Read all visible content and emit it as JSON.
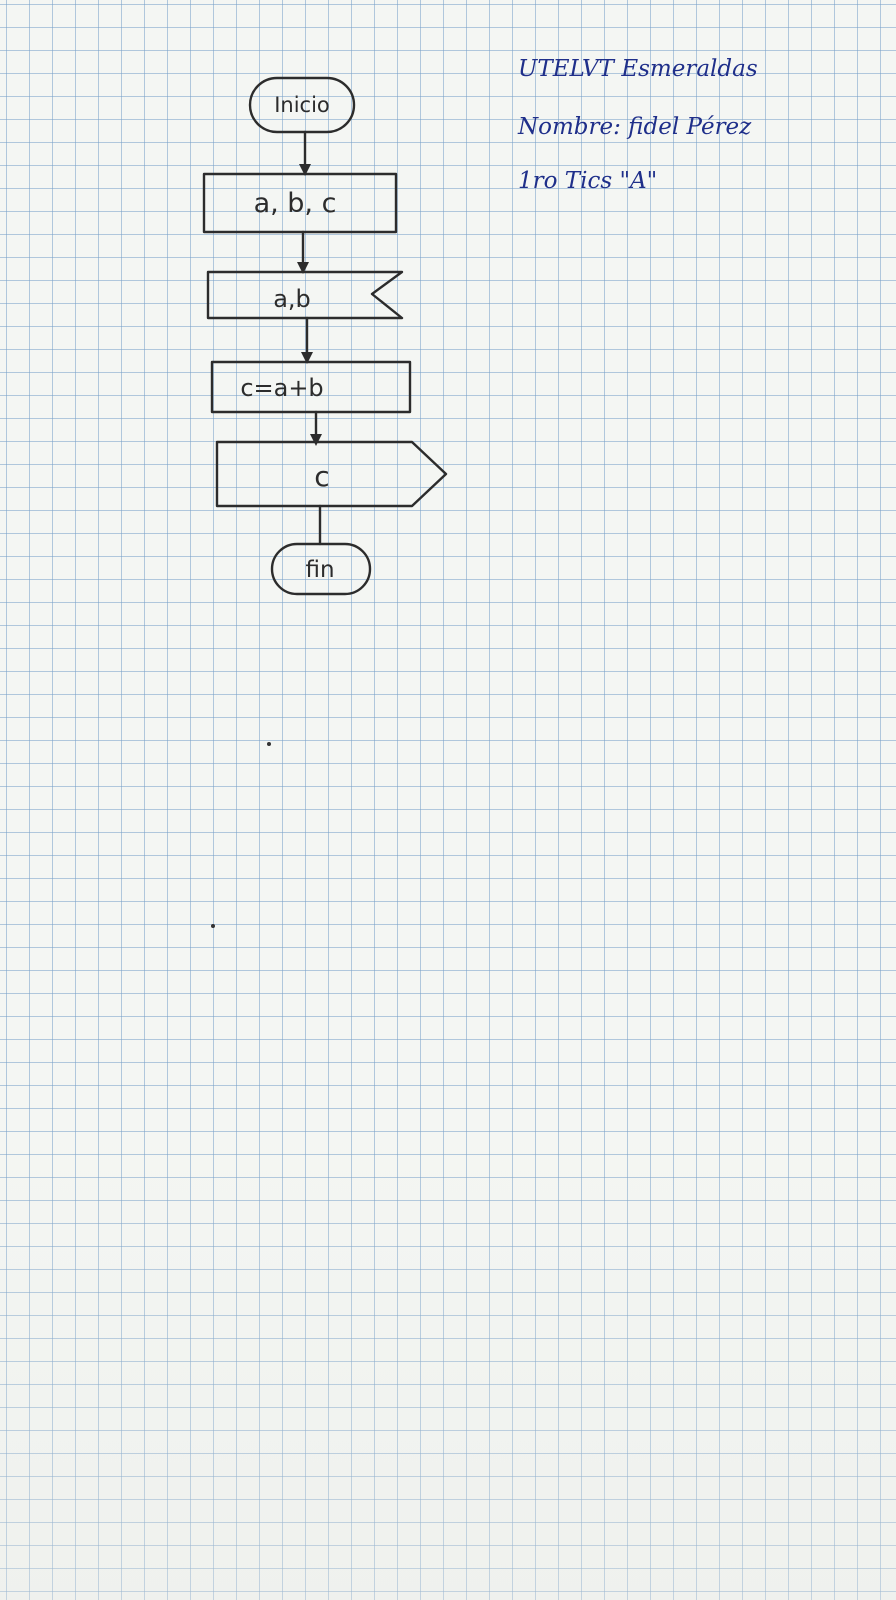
{
  "header": {
    "institution": "UTELVT Esmeraldas",
    "name": "Nombre: fidel Pérez",
    "course": "1ro Tics \"A\""
  },
  "flowchart": {
    "start": "Inicio",
    "declare": "a, b, c",
    "input": "a,b",
    "process": "c=a+b",
    "output": "c",
    "end": "fin"
  },
  "colors": {
    "ink": "#2c2c2c",
    "header_ink": "#1f2f8a",
    "grid": "#78a0c8"
  }
}
